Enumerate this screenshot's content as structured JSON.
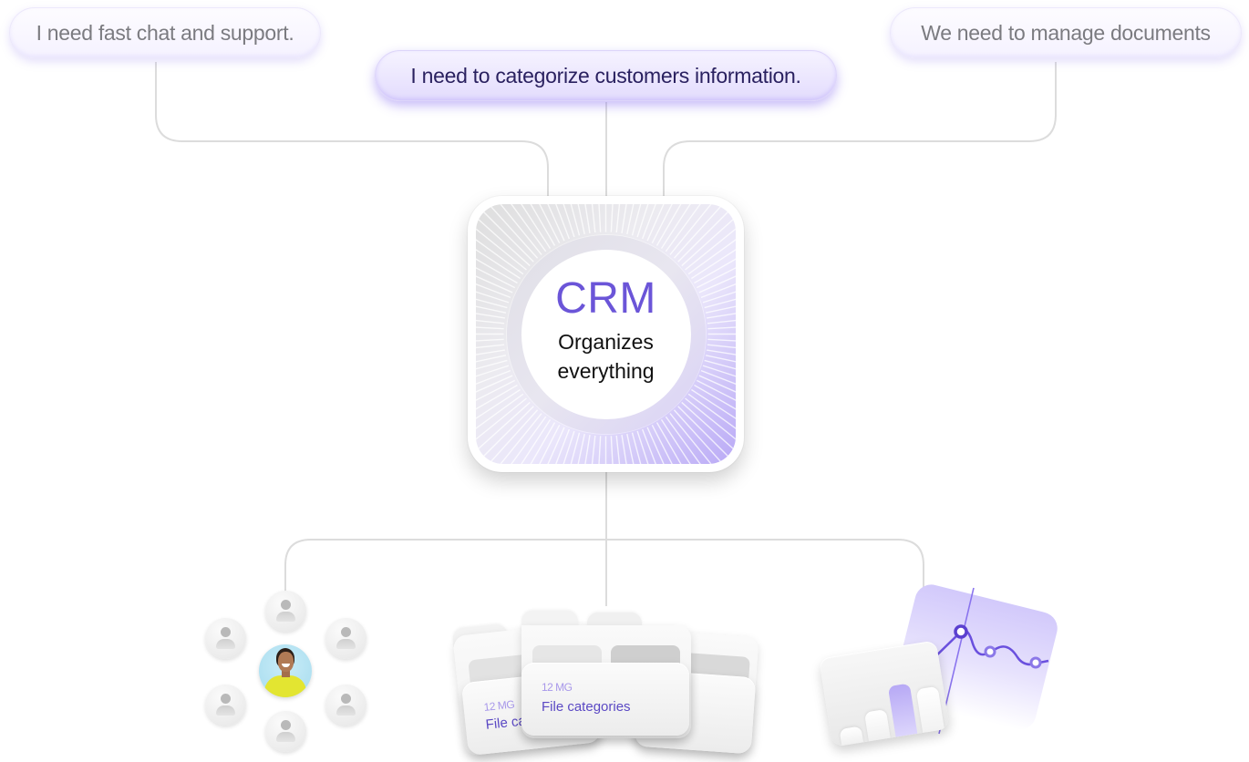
{
  "requests": {
    "left": "I need fast chat and support.",
    "center": "I need to categorize customers information.",
    "right": "We need to manage documents"
  },
  "crm": {
    "title": "CRM",
    "subtitle_line1": "Organizes",
    "subtitle_line2": "everything"
  },
  "outputs": {
    "contacts": {
      "icons": [
        "person-icon",
        "person-icon",
        "person-icon",
        "person-icon",
        "person-icon",
        "person-icon"
      ],
      "featured": "customer-photo"
    },
    "files": {
      "back_card": {
        "size": "12 MG",
        "name": "File ca"
      },
      "front_card": {
        "size": "12 MG",
        "name": "File categories"
      }
    },
    "analytics": {
      "line_points": 3,
      "bars": 4,
      "highlighted_bar": 3
    }
  },
  "colors": {
    "accent": "#6b55d8",
    "accent_light": "#d2c9fb",
    "connector": "#dcdcdc",
    "pill_text": "#7b7b80",
    "pill_primary_text": "#2a2160",
    "folder_text": "#5b49c4"
  }
}
